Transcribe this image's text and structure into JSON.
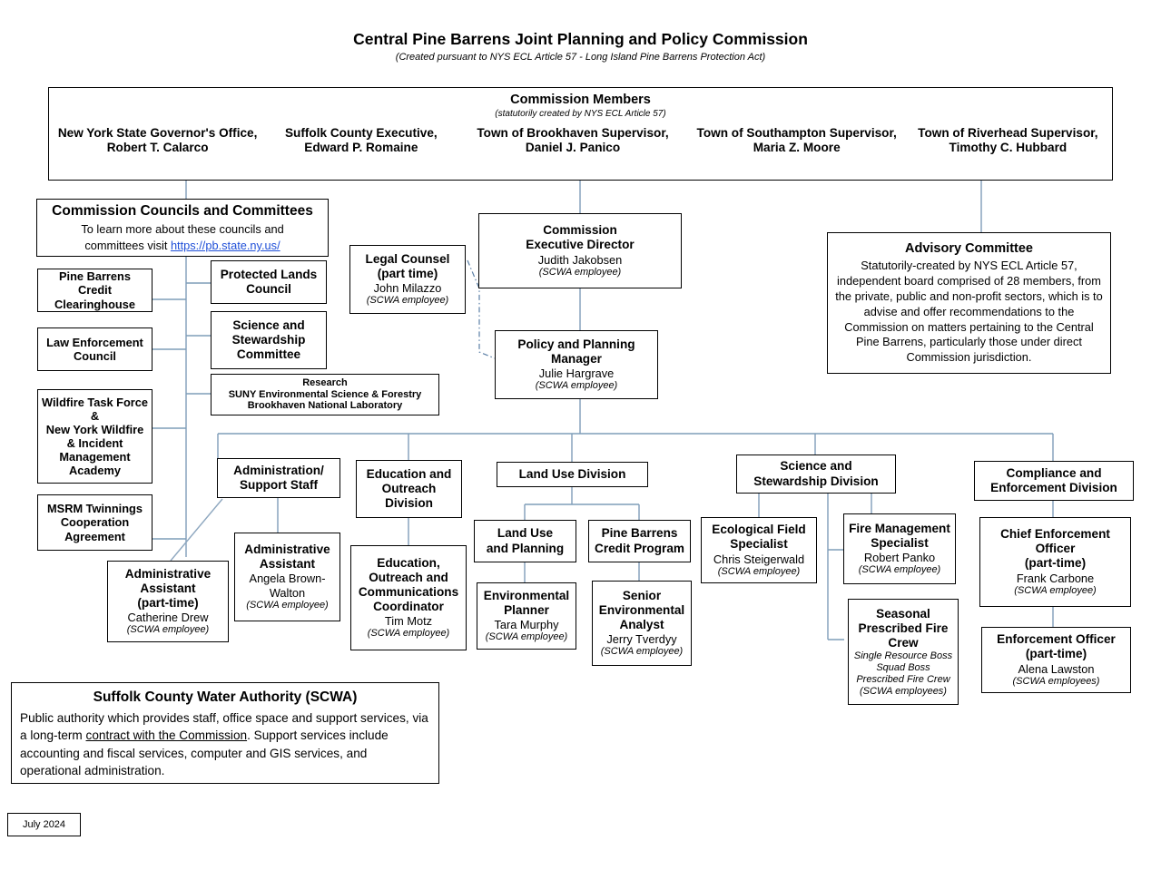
{
  "page": {
    "title": "Central Pine Barrens Joint Planning and Policy Commission",
    "subtitle": "(Created pursuant to NYS ECL Article 57 - Long Island Pine Barrens Protection Act)",
    "date_stamp": "July 2024",
    "line_color": "#7f9db9",
    "border_color": "#000000",
    "link_color": "#1f4fd8",
    "background": "#ffffff"
  },
  "commission_members": {
    "heading": "Commission Members",
    "note": "(statutorily created by NYS ECL Article 57)",
    "members": [
      {
        "office": "New York State Governor's Office,",
        "name": "Robert T. Calarco"
      },
      {
        "office": "Suffolk County Executive,",
        "name": "Edward P. Romaine"
      },
      {
        "office": "Town of Brookhaven Supervisor,",
        "name": "Daniel J. Panico"
      },
      {
        "office": "Town of Southampton Supervisor,",
        "name": "Maria Z. Moore"
      },
      {
        "office": "Town of Riverhead Supervisor,",
        "name": "Timothy C. Hubbard"
      }
    ]
  },
  "councils_panel": {
    "heading": "Commission Councils and Committees",
    "line1": "To learn more  about these councils and",
    "line2_prefix": "committees  visit ",
    "url": "https://pb.state.ny.us/"
  },
  "councils": [
    {
      "key": "pine_barrens_credit_clearinghouse",
      "lines": [
        "Pine Barrens  Credit",
        "Clearinghouse"
      ]
    },
    {
      "key": "law_enforcement_council",
      "lines": [
        "Law Enforcement",
        "Council"
      ]
    },
    {
      "key": "wildfire_task_force",
      "lines": [
        "Wildfire Task  Force",
        "&",
        "New York Wildfire",
        "& Incident",
        "Management",
        "Academy"
      ]
    },
    {
      "key": "msrm_twinnings",
      "lines": [
        "MSRM  Twinnings",
        "Cooperation",
        "Agreement"
      ]
    },
    {
      "key": "protected_lands_council",
      "lines": [
        "Protected Lands",
        "Council"
      ]
    },
    {
      "key": "science_stewardship_committee",
      "lines": [
        "Science and",
        "Stewardship",
        "Committee"
      ]
    },
    {
      "key": "research",
      "lines": [
        "Research",
        "SUNY Environmental Science & Forestry",
        "Brookhaven National Laboratory"
      ]
    }
  ],
  "legal_counsel": {
    "title_lines": [
      "Legal Counsel",
      "(part time)"
    ],
    "name": "John Milazzo",
    "note": "(SCWA employee)"
  },
  "executive_director": {
    "title_lines": [
      "Commission",
      "Executive Director"
    ],
    "name": "Judith Jakobsen",
    "note": "(SCWA employee)"
  },
  "policy_planning_manager": {
    "title_lines": [
      "Policy and Planning",
      "Manager"
    ],
    "name": "Julie Hargrave",
    "note": "(SCWA employee)"
  },
  "advisory_committee": {
    "heading": "Advisory Committee",
    "body": "Statutorily-created by NYS ECL Article 57, independent board comprised of 28 members, from the private, public and non-profit sectors, which is to advise and offer recommendations to the Commission on matters pertaining to the Central Pine Barrens, particularly those under direct Commission jurisdiction."
  },
  "divisions": {
    "administration": {
      "title_lines": [
        "Administration/",
        "Support Staff"
      ],
      "reports": [
        {
          "key": "admin_assistant_pt",
          "title_lines": [
            "Administrative",
            "Assistant",
            "(part-time)"
          ],
          "name": "Catherine Drew",
          "note": "(SCWA employee)"
        },
        {
          "key": "admin_assistant",
          "title_lines": [
            "Administrative",
            "Assistant"
          ],
          "name": "Angela Brown-Walton",
          "note": "(SCWA employee)"
        }
      ]
    },
    "education": {
      "title_lines": [
        "Education and",
        "Outreach",
        "Division"
      ],
      "reports": [
        {
          "key": "education_coordinator",
          "title_lines": [
            "Education,",
            "Outreach and",
            "Communications",
            "Coordinator"
          ],
          "name": "Tim Motz",
          "note": "(SCWA employee)"
        }
      ]
    },
    "land_use": {
      "title_lines": [
        "Land Use Division"
      ],
      "units": [
        {
          "key": "land_use_and_planning",
          "title_lines": [
            "Land Use",
            "and Planning"
          ],
          "report": {
            "key": "environmental_planner",
            "title_lines": [
              "Environmental",
              "Planner"
            ],
            "name": "Tara Murphy",
            "note": "(SCWA employee)"
          }
        },
        {
          "key": "pine_barrens_credit_program",
          "title_lines": [
            "Pine Barrens",
            "Credit Program"
          ],
          "report": {
            "key": "senior_environmental_analyst",
            "title_lines": [
              "Senior",
              "Environmental",
              "Analyst"
            ],
            "name": "Jerry Tverdyy",
            "note": "(SCWA employee)"
          }
        }
      ]
    },
    "science": {
      "title_lines": [
        "Science and",
        "Stewardship Division"
      ],
      "reports": [
        {
          "key": "ecological_field_specialist",
          "title_lines": [
            "Ecological Field",
            "Specialist"
          ],
          "name": "Chris Steigerwald",
          "note": "(SCWA employee)"
        },
        {
          "key": "fire_management_specialist",
          "title_lines": [
            "Fire Management",
            "Specialist"
          ],
          "name": "Robert Panko",
          "note": "(SCWA employee)"
        },
        {
          "key": "seasonal_prescribed_fire_crew",
          "title_lines": [
            "Seasonal",
            "Prescribed Fire",
            "Crew"
          ],
          "roles": [
            "Single Resource Boss",
            "Squad  Boss",
            "Prescribed Fire Crew"
          ],
          "note": "(SCWA employees)"
        }
      ]
    },
    "compliance": {
      "title_lines": [
        "Compliance and",
        "Enforcement Division"
      ],
      "reports": [
        {
          "key": "chief_enforcement_officer",
          "title_lines": [
            "Chief Enforcement",
            "Officer",
            "(part-time)"
          ],
          "name": "Frank Carbone",
          "note": "(SCWA employee)"
        },
        {
          "key": "enforcement_officer",
          "title_lines": [
            "Enforcement Officer",
            "(part-time)"
          ],
          "name": "Alena Lawston",
          "note": "(SCWA employees)"
        }
      ]
    }
  },
  "scwa": {
    "heading": "Suffolk County Water Authority (SCWA)",
    "body_part1": "Public authority which provides staff, office space and support services, via a long-term ",
    "body_underlined": "contract with the Commission",
    "body_part2": ".  Support services include accounting and fiscal services, computer and GIS services, and operational administration."
  }
}
